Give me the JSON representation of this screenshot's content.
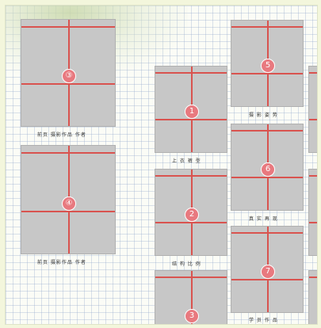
{
  "panels": [
    {
      "id": "p-top-left",
      "number": "③",
      "caption": "前页 摄影作品 作者"
    },
    {
      "id": "p-mid-left",
      "number": "④",
      "caption": "前页 摄影作品 作者"
    },
    {
      "id": "p1",
      "number": "1",
      "caption": "上 衣 裤 型"
    },
    {
      "id": "p2",
      "number": "2",
      "caption": "结 构 比 例"
    },
    {
      "id": "p3",
      "number": "3",
      "caption": ""
    },
    {
      "id": "p5",
      "number": "5",
      "caption": "摄 影 姿 势"
    },
    {
      "id": "p6",
      "number": "6",
      "caption": "真 实 再 现"
    },
    {
      "id": "p7",
      "number": "7",
      "caption": "学 员 作 品"
    }
  ],
  "colors": {
    "guide": "#d9534f",
    "panel": "#c7c7c7",
    "badge": "#e8797f"
  }
}
